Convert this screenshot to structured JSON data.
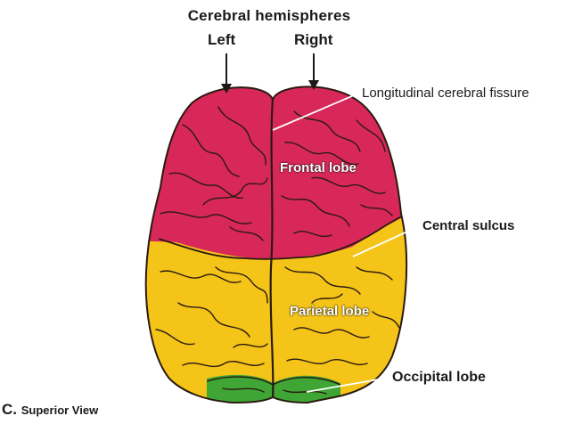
{
  "labels": {
    "cerebral_hemispheres": "Cerebral hemispheres",
    "left": "Left",
    "right": "Right",
    "longitudinal_fissure": "Longitudinal cerebral fissure",
    "frontal_lobe": "Frontal lobe",
    "central_sulcus": "Central sulcus",
    "parietal_lobe": "Parietal lobe",
    "occipital_lobe": "Occipital lobe",
    "view_letter": "C.",
    "view_name": "Superior View"
  },
  "colors": {
    "frontal": "#d8285a",
    "parietal": "#f5c419",
    "occipital": "#3fa535",
    "sulci": "#2a1a10",
    "leader": "#ffffff"
  }
}
